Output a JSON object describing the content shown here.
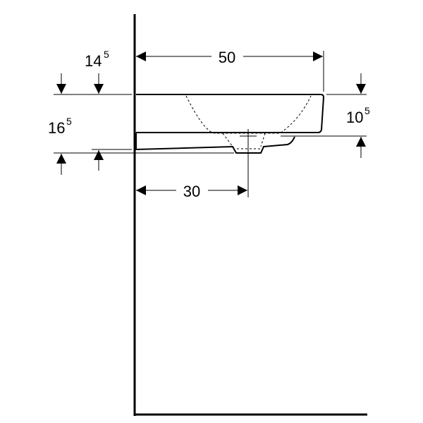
{
  "dimensions": {
    "width_total": "50",
    "drain_offset": "30",
    "top_height_main": "14",
    "top_height_sup": "5",
    "bottom_height_main": "16",
    "bottom_height_sup": "5",
    "basin_depth_main": "10",
    "basin_depth_sup": "5"
  },
  "colors": {
    "line": "#000000",
    "background": "#ffffff"
  }
}
